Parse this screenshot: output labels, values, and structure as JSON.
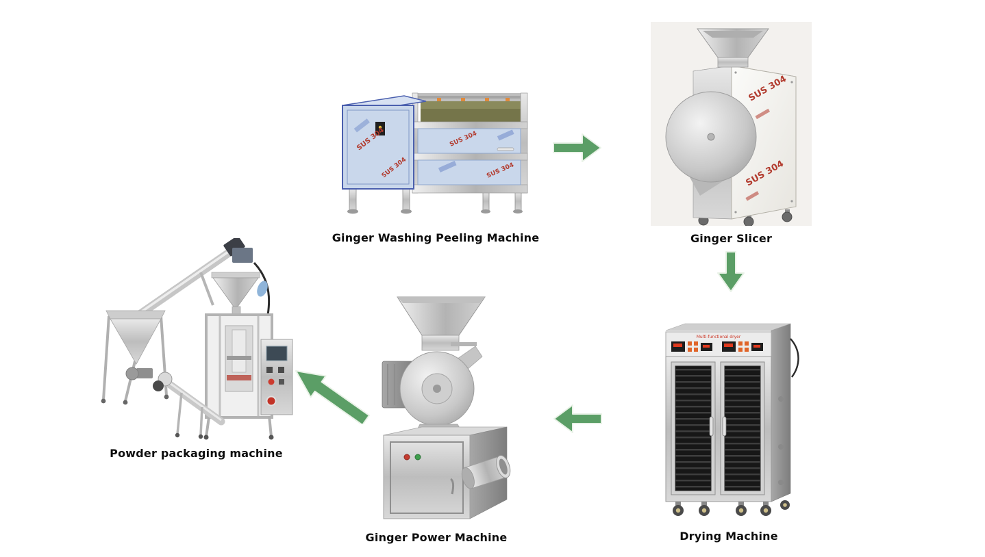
{
  "diagram": {
    "arrow_color": "#5b9e66",
    "nodes": [
      {
        "id": "washing",
        "label": "Ginger Washing Peeling Machine"
      },
      {
        "id": "slicer",
        "label": "Ginger Slicer"
      },
      {
        "id": "drying",
        "label": "Drying Machine"
      },
      {
        "id": "grinder",
        "label": "Ginger Power Machine"
      },
      {
        "id": "packaging",
        "label": "Powder packaging machine"
      }
    ],
    "edges": [
      {
        "from": "washing",
        "to": "slicer",
        "direction": "right"
      },
      {
        "from": "slicer",
        "to": "drying",
        "direction": "down"
      },
      {
        "from": "drying",
        "to": "grinder",
        "direction": "left"
      },
      {
        "from": "grinder",
        "to": "packaging",
        "direction": "up-left"
      }
    ]
  },
  "annotations": {
    "sus304": "SUS 304",
    "dryer_panel": "Multi-functional dryer"
  }
}
